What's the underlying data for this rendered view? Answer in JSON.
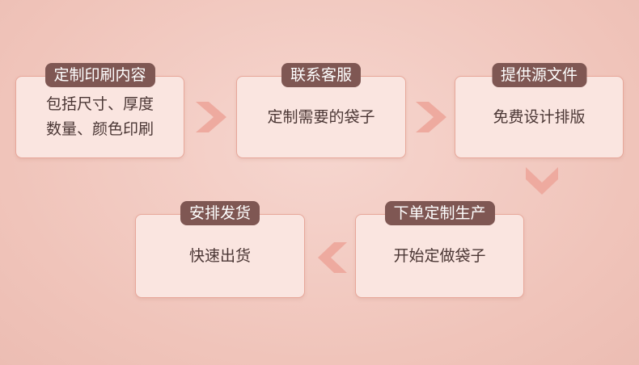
{
  "steps": [
    {
      "title": "定制印刷内容",
      "lines": [
        "包括尺寸、厚度",
        "数量、颜色印刷"
      ]
    },
    {
      "title": "联系客服",
      "lines": [
        "定制需要的袋子"
      ]
    },
    {
      "title": "提供源文件",
      "lines": [
        "免费设计排版"
      ]
    },
    {
      "title": "下单定制生产",
      "lines": [
        "开始定做袋子"
      ]
    },
    {
      "title": "安排发货",
      "lines": [
        "快速出货"
      ]
    }
  ],
  "colors": {
    "background": "#f2c9c0",
    "card": "#fae5e0",
    "card_border": "#e7a79a",
    "tag": "#7f5753",
    "arrow": "#eeaa9f"
  },
  "icons": [
    "chevron-right-icon",
    "chevron-down-icon",
    "chevron-left-icon"
  ]
}
